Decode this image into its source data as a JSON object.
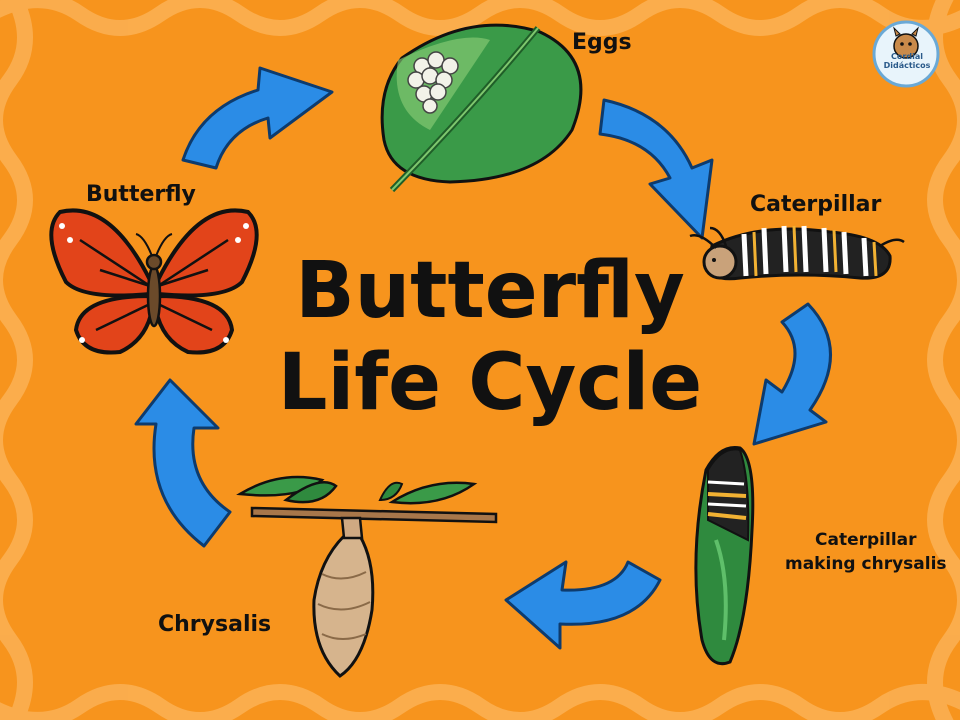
{
  "title": {
    "line1": "Butterfly",
    "line2": "Life Cycle"
  },
  "stages": {
    "eggs": "Eggs",
    "caterpillar": "Caterpillar",
    "making_line1": "Caterpillar",
    "making_line2": "making chrysalis",
    "chrysalis": "Chrysalis",
    "butterfly": "Butterfly"
  },
  "badge": {
    "text": "Cordial Didácticos"
  },
  "colors": {
    "background": "#f7941d",
    "border_stripes": "#fbb155",
    "arrow": "#2b8ce6",
    "arrow_outline": "#0d3b6e"
  }
}
